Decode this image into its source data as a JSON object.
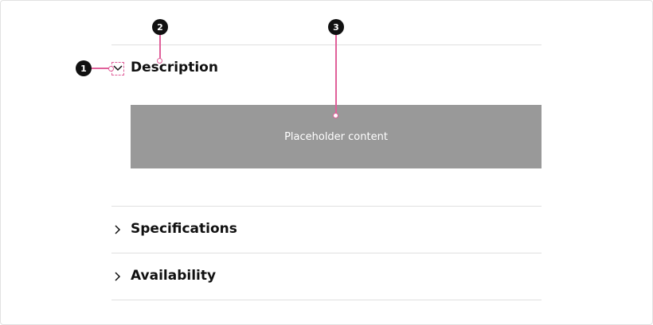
{
  "accordion": {
    "items": [
      {
        "title": "Description",
        "expanded": true,
        "content": "Placeholder content"
      },
      {
        "title": "Specifications",
        "expanded": false
      },
      {
        "title": "Availability",
        "expanded": false
      }
    ]
  },
  "annotations": [
    "1",
    "2",
    "3"
  ]
}
